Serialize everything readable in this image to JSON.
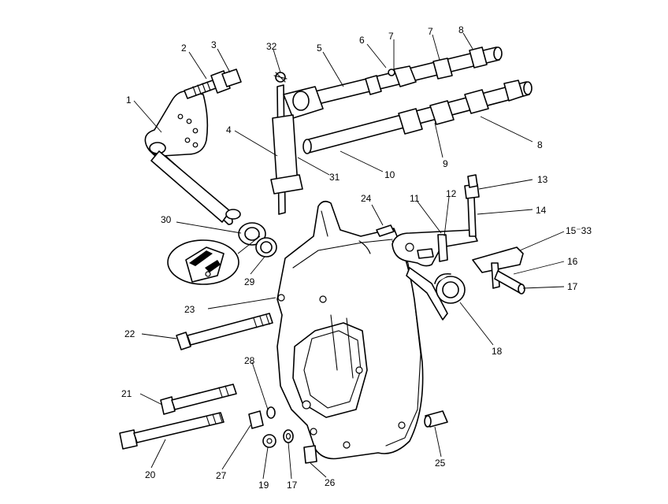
{
  "callouts": [
    {
      "id": "c1",
      "label": "1"
    },
    {
      "id": "c2",
      "label": "2"
    },
    {
      "id": "c3",
      "label": "3"
    },
    {
      "id": "c4",
      "label": "4"
    },
    {
      "id": "c5",
      "label": "5"
    },
    {
      "id": "c6",
      "label": "6"
    },
    {
      "id": "c7a",
      "label": "7"
    },
    {
      "id": "c7b",
      "label": "7"
    },
    {
      "id": "c8a",
      "label": "8"
    },
    {
      "id": "c8b",
      "label": "8"
    },
    {
      "id": "c9",
      "label": "9"
    },
    {
      "id": "c10",
      "label": "10"
    },
    {
      "id": "c11",
      "label": "11"
    },
    {
      "id": "c12",
      "label": "12"
    },
    {
      "id": "c13",
      "label": "13"
    },
    {
      "id": "c14",
      "label": "14"
    },
    {
      "id": "c15",
      "label": "15⁻33"
    },
    {
      "id": "c16",
      "label": "16"
    },
    {
      "id": "c17a",
      "label": "17"
    },
    {
      "id": "c17b",
      "label": "17"
    },
    {
      "id": "c18",
      "label": "18"
    },
    {
      "id": "c19",
      "label": "19"
    },
    {
      "id": "c20",
      "label": "20"
    },
    {
      "id": "c21",
      "label": "21"
    },
    {
      "id": "c22",
      "label": "22"
    },
    {
      "id": "c23",
      "label": "23"
    },
    {
      "id": "c24",
      "label": "24"
    },
    {
      "id": "c25",
      "label": "25"
    },
    {
      "id": "c26",
      "label": "26"
    },
    {
      "id": "c27",
      "label": "27"
    },
    {
      "id": "c28",
      "label": "28"
    },
    {
      "id": "c29",
      "label": "29"
    },
    {
      "id": "c30",
      "label": "30"
    },
    {
      "id": "c31",
      "label": "31"
    },
    {
      "id": "c32",
      "label": "32"
    }
  ]
}
